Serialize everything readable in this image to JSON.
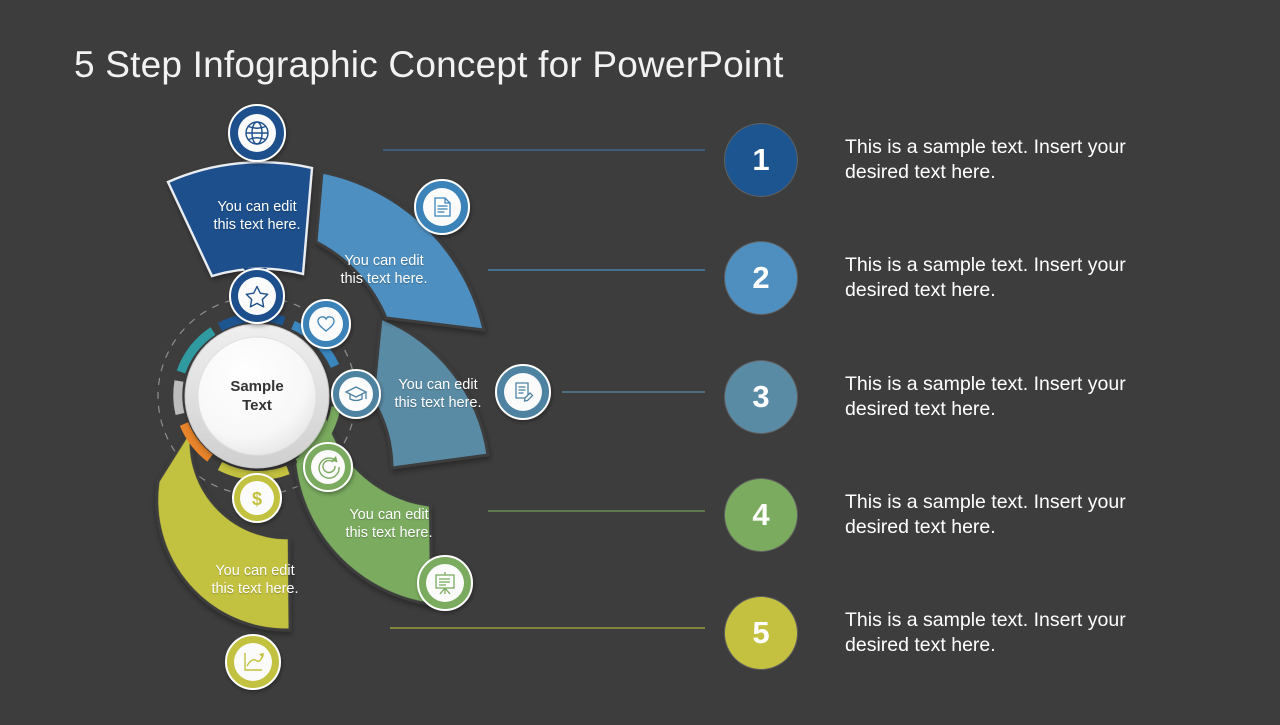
{
  "slide": {
    "title": "5 Step Infographic Concept for PowerPoint",
    "background_color": "#3d3d3d"
  },
  "center": {
    "label_line1": "Sample",
    "label_line2": "Text",
    "label": "Sample Text"
  },
  "segments": [
    {
      "index": 1,
      "label": "You can edit this text here.",
      "label_line1": "You can edit",
      "label_line2": "this text here.",
      "color": "#1d4f8c",
      "outer_icon": "globe-icon",
      "inner_icon": "star-icon"
    },
    {
      "index": 2,
      "label": "You can edit this text here.",
      "label_line1": "You can edit",
      "label_line2": "this text here.",
      "color": "#4e8fc0",
      "outer_icon": "document-icon",
      "inner_icon": "heart-icon"
    },
    {
      "index": 3,
      "label": "You can edit this text here.",
      "label_line1": "You can edit",
      "label_line2": "this text here.",
      "color": "#5a8ba5",
      "outer_icon": "edit-document-icon",
      "inner_icon": "graduation-cap-icon"
    },
    {
      "index": 4,
      "label": "You can edit this text here.",
      "label_line1": "You can edit",
      "label_line2": "this text here.",
      "color": "#7aab5e",
      "outer_icon": "presentation-board-icon",
      "inner_icon": "refresh-cycle-icon"
    },
    {
      "index": 5,
      "label": "You can edit this text here.",
      "label_line1": "You can edit",
      "label_line2": "this text here.",
      "color": "#c3c13f",
      "outer_icon": "growth-chart-icon",
      "inner_icon": "dollar-icon"
    }
  ],
  "list": [
    {
      "number": "1",
      "text": "This is a sample text.  Insert your desired text here.",
      "color": "#1d5591"
    },
    {
      "number": "2",
      "text": "This is a sample text.  Insert your desired text here.",
      "color": "#4e8fc0"
    },
    {
      "number": "3",
      "text": "This is a sample text.  Insert your desired text here.",
      "color": "#5a8ba5"
    },
    {
      "number": "4",
      "text": "This is a sample text.  Insert your desired text here.",
      "color": "#7aab5e"
    },
    {
      "number": "5",
      "text": "This is a sample text.  Insert your desired text here.",
      "color": "#c3c13f"
    }
  ],
  "center_ring_colors": [
    "#1d5591",
    "#3a87c0",
    "#2f9aa0",
    "#bdbdbd",
    "#e8842a",
    "#c3c13f",
    "#7aab5e"
  ]
}
